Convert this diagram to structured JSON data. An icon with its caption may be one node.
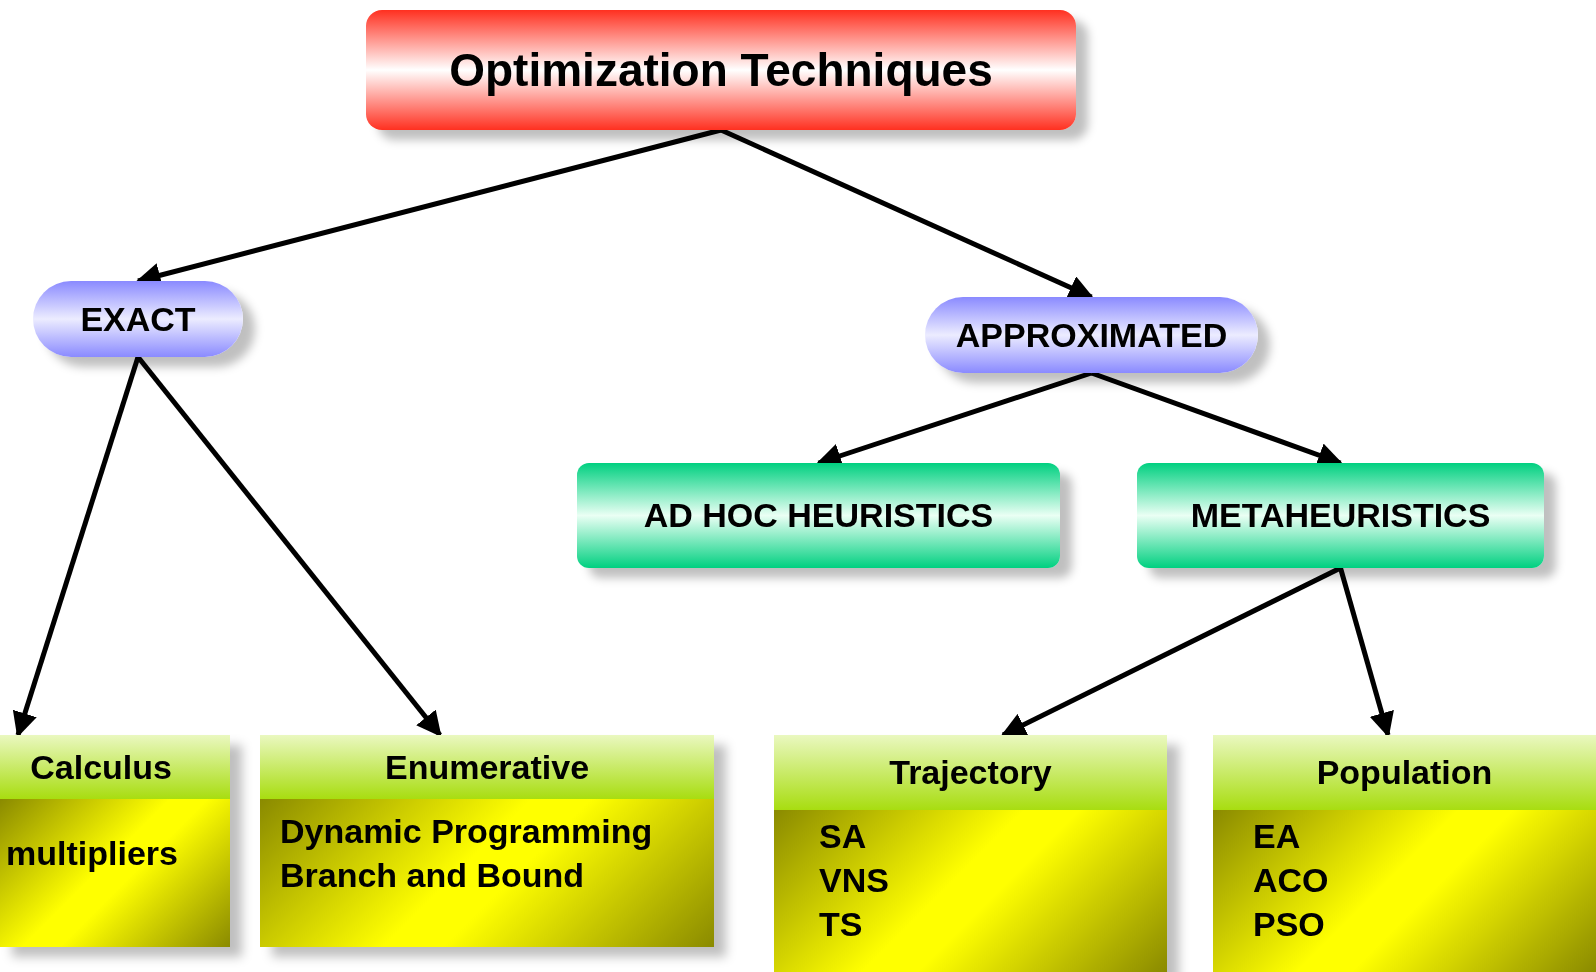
{
  "diagram": {
    "nodes": [
      {
        "text": [
          "Optimization Techniques"
        ]
      },
      {
        "text": [
          "EXACT"
        ]
      },
      {
        "text": [
          "APPROXIMATED"
        ]
      },
      {
        "text": [
          "AD HOC HEURISTICS"
        ]
      },
      {
        "text": [
          "METAHEURISTICS"
        ]
      },
      {
        "text": [
          "Calculus",
          "multipliers"
        ]
      },
      {
        "text": [
          "Enumerative",
          "Dynamic Programming Branch and Bound"
        ]
      },
      {
        "text": [
          "Trajectory",
          "SA VNS TS"
        ]
      },
      {
        "text": [
          "Population",
          "EA ACO PSO"
        ]
      }
    ],
    "edges": [
      {
        "from": 0,
        "to": 1,
        "arrow": "to"
      },
      {
        "from": 0,
        "to": 2,
        "arrow": "to"
      },
      {
        "from": 1,
        "to": 5,
        "arrow": "to"
      },
      {
        "from": 1,
        "to": 6,
        "arrow": "to"
      },
      {
        "from": 2,
        "to": 3,
        "arrow": "to"
      },
      {
        "from": 2,
        "to": 4,
        "arrow": "to"
      },
      {
        "from": 4,
        "to": 7,
        "arrow": "to"
      },
      {
        "from": 4,
        "to": 8,
        "arrow": "to"
      }
    ]
  }
}
